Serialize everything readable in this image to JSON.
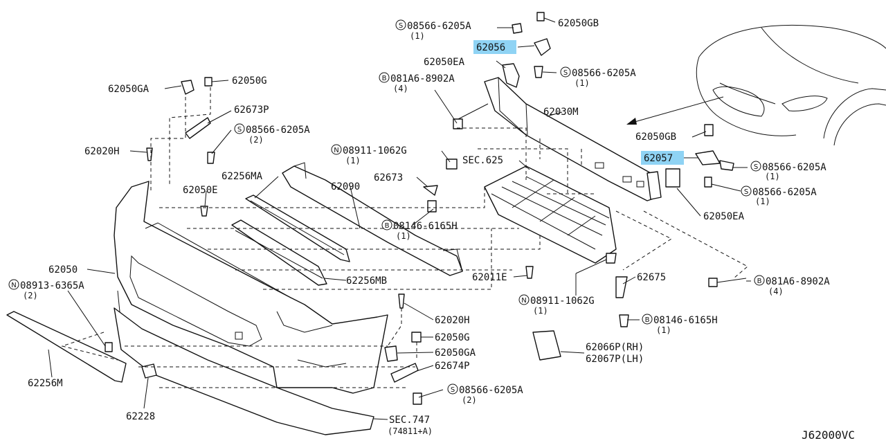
{
  "diagram_code": "J62000VC",
  "labels": [
    {
      "id": "l1",
      "prefix": "S",
      "text": "08566-6205A",
      "qty": "(1)"
    },
    {
      "id": "l2",
      "text": "62050GB"
    },
    {
      "id": "l3",
      "text": "62056",
      "highlight": true
    },
    {
      "id": "l4",
      "text": "62050EA"
    },
    {
      "id": "l5",
      "prefix": "B",
      "text": "081A6-8902A",
      "qty": "(4)"
    },
    {
      "id": "l6",
      "prefix": "S",
      "text": "08566-6205A",
      "qty": "(1)"
    },
    {
      "id": "l7",
      "text": "62050GA"
    },
    {
      "id": "l8",
      "text": "62050G"
    },
    {
      "id": "l9",
      "text": "62673P"
    },
    {
      "id": "l10",
      "prefix": "S",
      "text": "08566-6205A",
      "qty": "(2)"
    },
    {
      "id": "l11",
      "text": "62030M"
    },
    {
      "id": "l12",
      "text": "62050GB"
    },
    {
      "id": "l13",
      "text": "62020H"
    },
    {
      "id": "l14",
      "prefix": "N",
      "text": "08911-1062G",
      "qty": "(1)"
    },
    {
      "id": "l15",
      "text": "SEC.625"
    },
    {
      "id": "l16",
      "text": "62057",
      "highlight": true
    },
    {
      "id": "l17",
      "prefix": "S",
      "text": "08566-6205A",
      "qty": "(1)"
    },
    {
      "id": "l18",
      "text": "62256MA"
    },
    {
      "id": "l19",
      "text": "62673"
    },
    {
      "id": "l20",
      "text": "62050E"
    },
    {
      "id": "l21",
      "text": "62090"
    },
    {
      "id": "l22",
      "prefix": "S",
      "text": "08566-6205A",
      "qty": "(1)"
    },
    {
      "id": "l23",
      "text": "62050EA"
    },
    {
      "id": "l24",
      "prefix": "B",
      "text": "08146-6165H",
      "qty": "(1)"
    },
    {
      "id": "l25",
      "text": "62050"
    },
    {
      "id": "l26",
      "prefix": "N",
      "text": "08913-6365A",
      "qty": "(2)"
    },
    {
      "id": "l27",
      "text": "62256MB"
    },
    {
      "id": "l28",
      "text": "62011E"
    },
    {
      "id": "l29",
      "text": "62675"
    },
    {
      "id": "l30",
      "prefix": "B",
      "text": "081A6-8902A",
      "qty": "(4)"
    },
    {
      "id": "l31",
      "prefix": "N",
      "text": "08911-1062G",
      "qty": "(1)"
    },
    {
      "id": "l32",
      "text": "62020H"
    },
    {
      "id": "l33",
      "prefix": "B",
      "text": "08146-6165H",
      "qty": "(1)"
    },
    {
      "id": "l34",
      "text": "62050G"
    },
    {
      "id": "l35",
      "text": "62050GA"
    },
    {
      "id": "l36",
      "text": "62066P(RH)"
    },
    {
      "id": "l37",
      "text": "62067P(LH)"
    },
    {
      "id": "l38",
      "text": "62674P"
    },
    {
      "id": "l39",
      "prefix": "S",
      "text": "08566-6205A",
      "qty": "(2)"
    },
    {
      "id": "l40",
      "text": "62256M"
    },
    {
      "id": "l41",
      "text": "62228"
    },
    {
      "id": "l42",
      "text": "SEC.747",
      "qty": "(74811+A)"
    }
  ]
}
